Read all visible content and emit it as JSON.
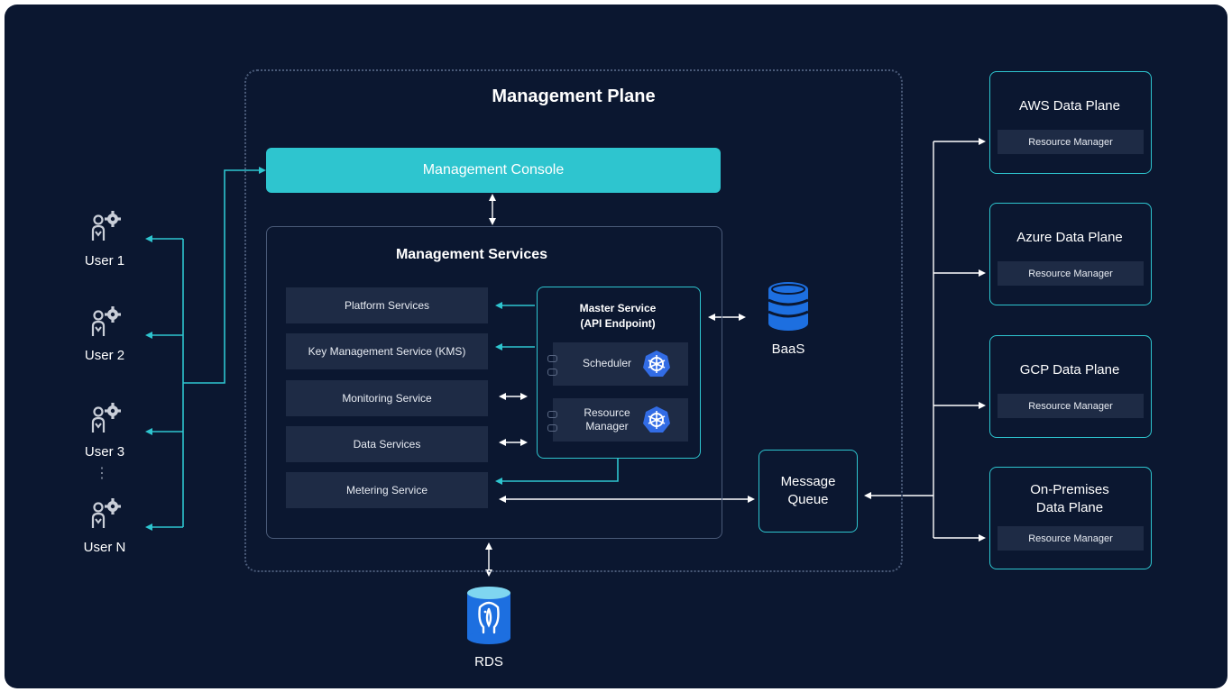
{
  "management_plane": {
    "title": "Management Plane"
  },
  "management_console": {
    "label": "Management Console"
  },
  "management_services": {
    "title": "Management Services",
    "services": [
      "Platform Services",
      "Key Management Service (KMS)",
      "Monitoring Service",
      "Data Services",
      "Metering Service"
    ]
  },
  "master_service": {
    "title_line1": "Master Service",
    "title_line2": "(API Endpoint)",
    "scheduler": "Scheduler",
    "resource_manager_line1": "Resource",
    "resource_manager_line2": "Manager"
  },
  "baas": {
    "label": "BaaS"
  },
  "rds": {
    "label": "RDS"
  },
  "message_queue": {
    "line1": "Message",
    "line2": "Queue"
  },
  "users": [
    "User 1",
    "User 2",
    "User 3",
    "User N"
  ],
  "users_ellipsis": "⋮",
  "data_planes": [
    {
      "name": "AWS Data Plane",
      "rm": "Resource Manager"
    },
    {
      "name": "Azure Data Plane",
      "rm": "Resource Manager"
    },
    {
      "name": "GCP Data Plane",
      "rm": "Resource Manager"
    },
    {
      "name_line1": "On-Premises",
      "name_line2": "Data Plane",
      "rm": "Resource Manager"
    }
  ],
  "colors": {
    "background": "#0b1730",
    "accent": "#2ec5cf",
    "panel": "#1e2b45",
    "dotted_border": "#4a5a78",
    "db_blue": "#1d6fe0"
  }
}
